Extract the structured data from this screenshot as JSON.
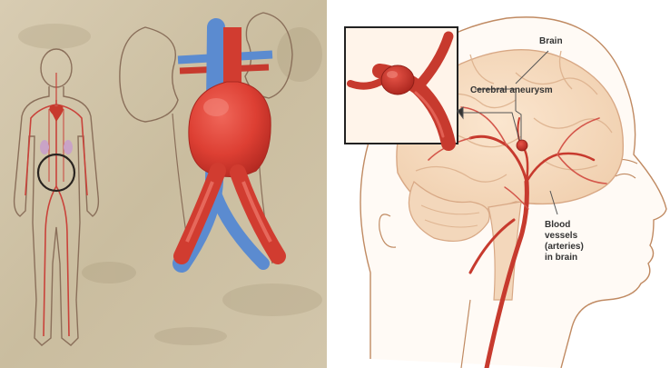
{
  "labels": {
    "brain": "Brain",
    "cerebral_aneurysm": "Cerebral aneurysm",
    "blood_vessels": [
      "Blood",
      "vessels",
      "(arteries)",
      "in brain"
    ]
  },
  "colors": {
    "parchment": "#cfc2a6",
    "artery_red": "#c73a2e",
    "aneurysm_red": "#e0443a",
    "vein_blue": "#5b8bd0",
    "brain_fill": "#f6dcc0",
    "skin_line": "#b07a55",
    "label_text": "#333333"
  },
  "icons": {
    "body_figure": "human-body-outline-icon",
    "highlight": "circle-highlight-icon",
    "inset": "zoom-inset-icon"
  }
}
